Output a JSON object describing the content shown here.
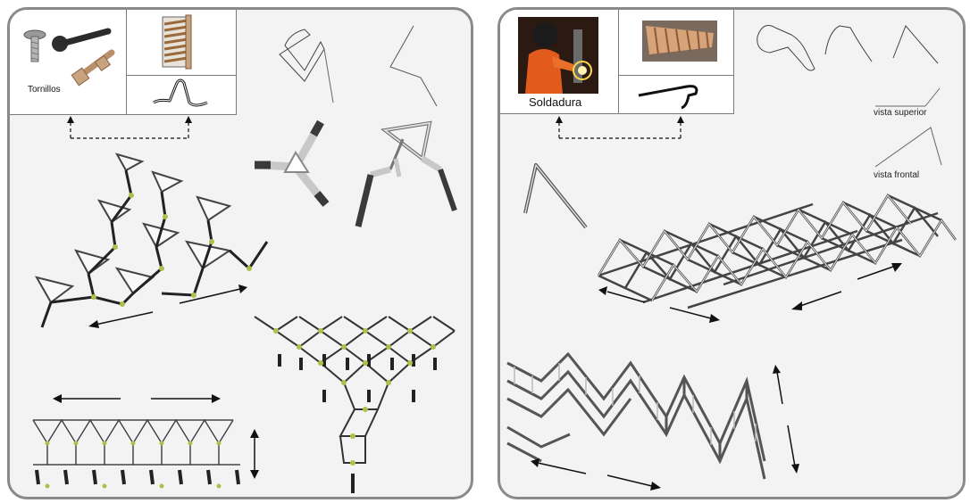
{
  "left_panel": {
    "fastener_label": "Tornillos"
  },
  "right_panel": {
    "joint_label": "Soldadura",
    "top_view_label": "vista superior",
    "front_view_label": "vista frontal"
  },
  "colors": {
    "panel_background": "#f3f3f3",
    "panel_border": "#8a8a8a",
    "joint_green": "#a8c24a",
    "rod_dark": "#4a4a4a",
    "rod_light": "#c8c8c8",
    "wood": "#b07a4a",
    "welder_orange": "#e25a1c"
  }
}
